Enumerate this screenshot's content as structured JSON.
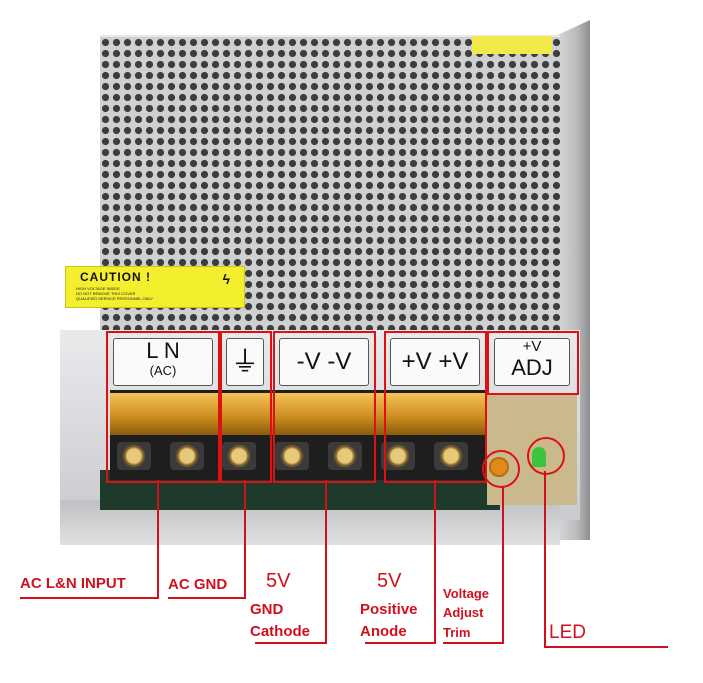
{
  "photo": {
    "caution_sticker": {
      "title": "CAUTION !",
      "lines": [
        "HIGH VOLTAGE INSIDE",
        "DO NOT REMOVE THIS COVER",
        "QUALIFIED SERVICE PERSONNEL ONLY"
      ]
    },
    "terminal_labels": {
      "ln": "L   N",
      "ln_sub": "(AC)",
      "ground": "⏚",
      "neg": "-V  -V",
      "pos": "+V  +V",
      "adj_top": "+V",
      "adj_bottom": "ADJ"
    }
  },
  "annotations": {
    "ac_input": "AC L&N INPUT",
    "ac_gnd": "AC GND",
    "gnd_voltage": "5V",
    "gnd_line1": "GND",
    "gnd_line2": "Cathode",
    "pos_voltage": "5V",
    "pos_line1": "Positive",
    "pos_line2": "Anode",
    "trim_line1": "Voltage",
    "trim_line2": "Adjust",
    "trim_line3": "Trim",
    "led": "LED"
  },
  "colors": {
    "annotation": "#d1101e",
    "caution": "#f4ef2e"
  }
}
